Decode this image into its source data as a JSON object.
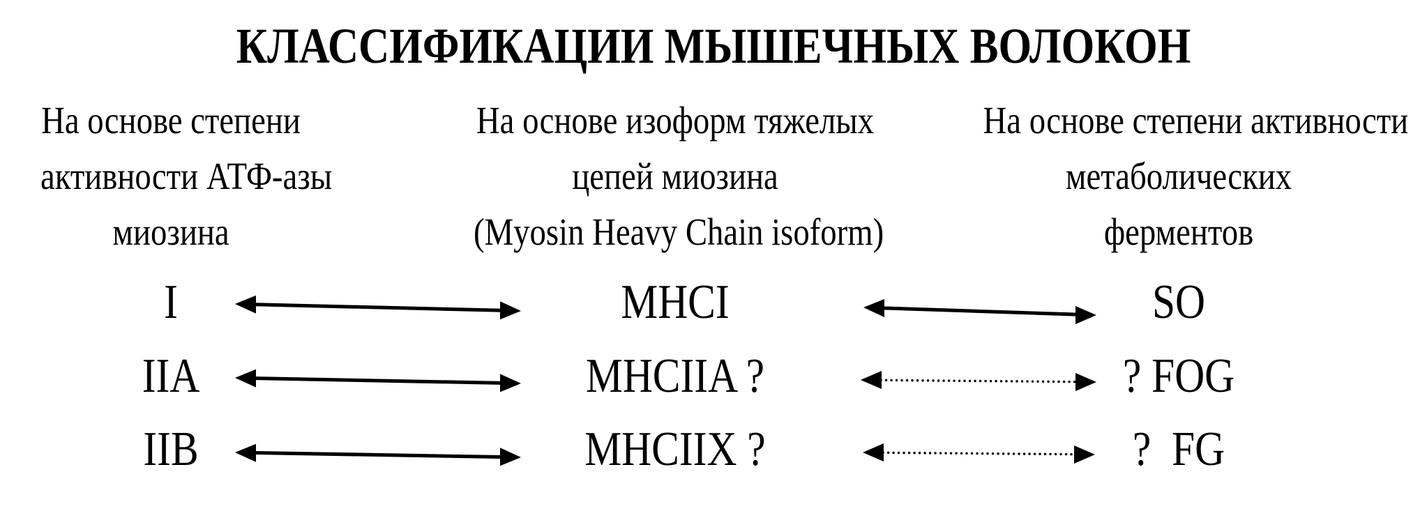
{
  "title": "КЛАССИФИКАЦИИ МЫШЕЧНЫХ ВОЛОКОН",
  "colors": {
    "ink": "#000000",
    "background": "#ffffff"
  },
  "classification_columns": [
    {
      "name": "myosin-atpase-activity",
      "header_lines": [
        "На основе степени",
        "активности АТФ-азы",
        "миозина"
      ]
    },
    {
      "name": "myosin-heavy-chain-isoform",
      "header_lines": [
        "На основе изоформ тяжелых",
        "цепей миозина",
        "(Myosin Heavy Chain isoform)"
      ]
    },
    {
      "name": "metabolic-enzyme-activity",
      "header_lines": [
        "На основе степени активности",
        "метаболических",
        "ферментов"
      ]
    }
  ],
  "fiber_rows": [
    {
      "atpase": "I",
      "mhc": "MHCI",
      "metabolic": "SO",
      "left_link": "solid",
      "right_link": "solid"
    },
    {
      "atpase": "IIA",
      "mhc": "MHCIIA ?",
      "metabolic": "? FOG",
      "left_link": "solid",
      "right_link": "dotted"
    },
    {
      "atpase": "IIB",
      "mhc": "MHCIIX ?",
      "metabolic": "?  FG",
      "left_link": "solid",
      "right_link": "dotted"
    }
  ]
}
